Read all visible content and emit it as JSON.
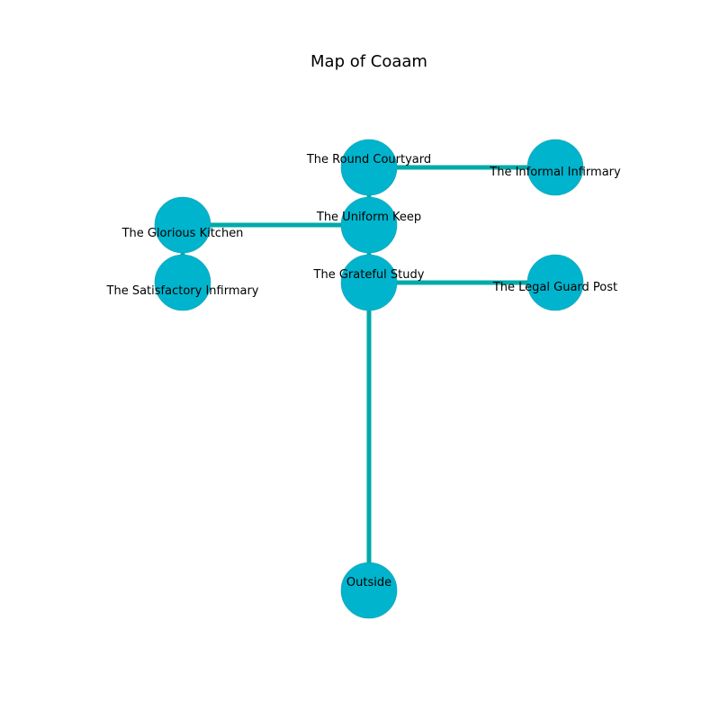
{
  "diagram": {
    "title": "Map of Coaam",
    "colors": {
      "node_fill": "#00b4cd",
      "node_stroke": "#1a9fb0",
      "edge": "#00aaaa",
      "label": "#000000",
      "background": "#ffffff"
    },
    "nodes": [
      {
        "id": "round_courtyard",
        "label": "The Round Courtyard"
      },
      {
        "id": "informal_infirmary",
        "label": "The Informal Infirmary"
      },
      {
        "id": "uniform_keep",
        "label": "The Uniform Keep"
      },
      {
        "id": "glorious_kitchen",
        "label": "The Glorious Kitchen"
      },
      {
        "id": "grateful_study",
        "label": "The Grateful Study"
      },
      {
        "id": "legal_guard_post",
        "label": "The Legal Guard Post"
      },
      {
        "id": "satisfactory_infirmary",
        "label": "The Satisfactory Infirmary"
      },
      {
        "id": "outside",
        "label": "Outside"
      }
    ],
    "edges": [
      {
        "from": "round_courtyard",
        "to": "informal_infirmary"
      },
      {
        "from": "round_courtyard",
        "to": "uniform_keep"
      },
      {
        "from": "uniform_keep",
        "to": "glorious_kitchen"
      },
      {
        "from": "uniform_keep",
        "to": "grateful_study"
      },
      {
        "from": "glorious_kitchen",
        "to": "satisfactory_infirmary"
      },
      {
        "from": "grateful_study",
        "to": "legal_guard_post"
      },
      {
        "from": "grateful_study",
        "to": "outside"
      }
    ]
  }
}
